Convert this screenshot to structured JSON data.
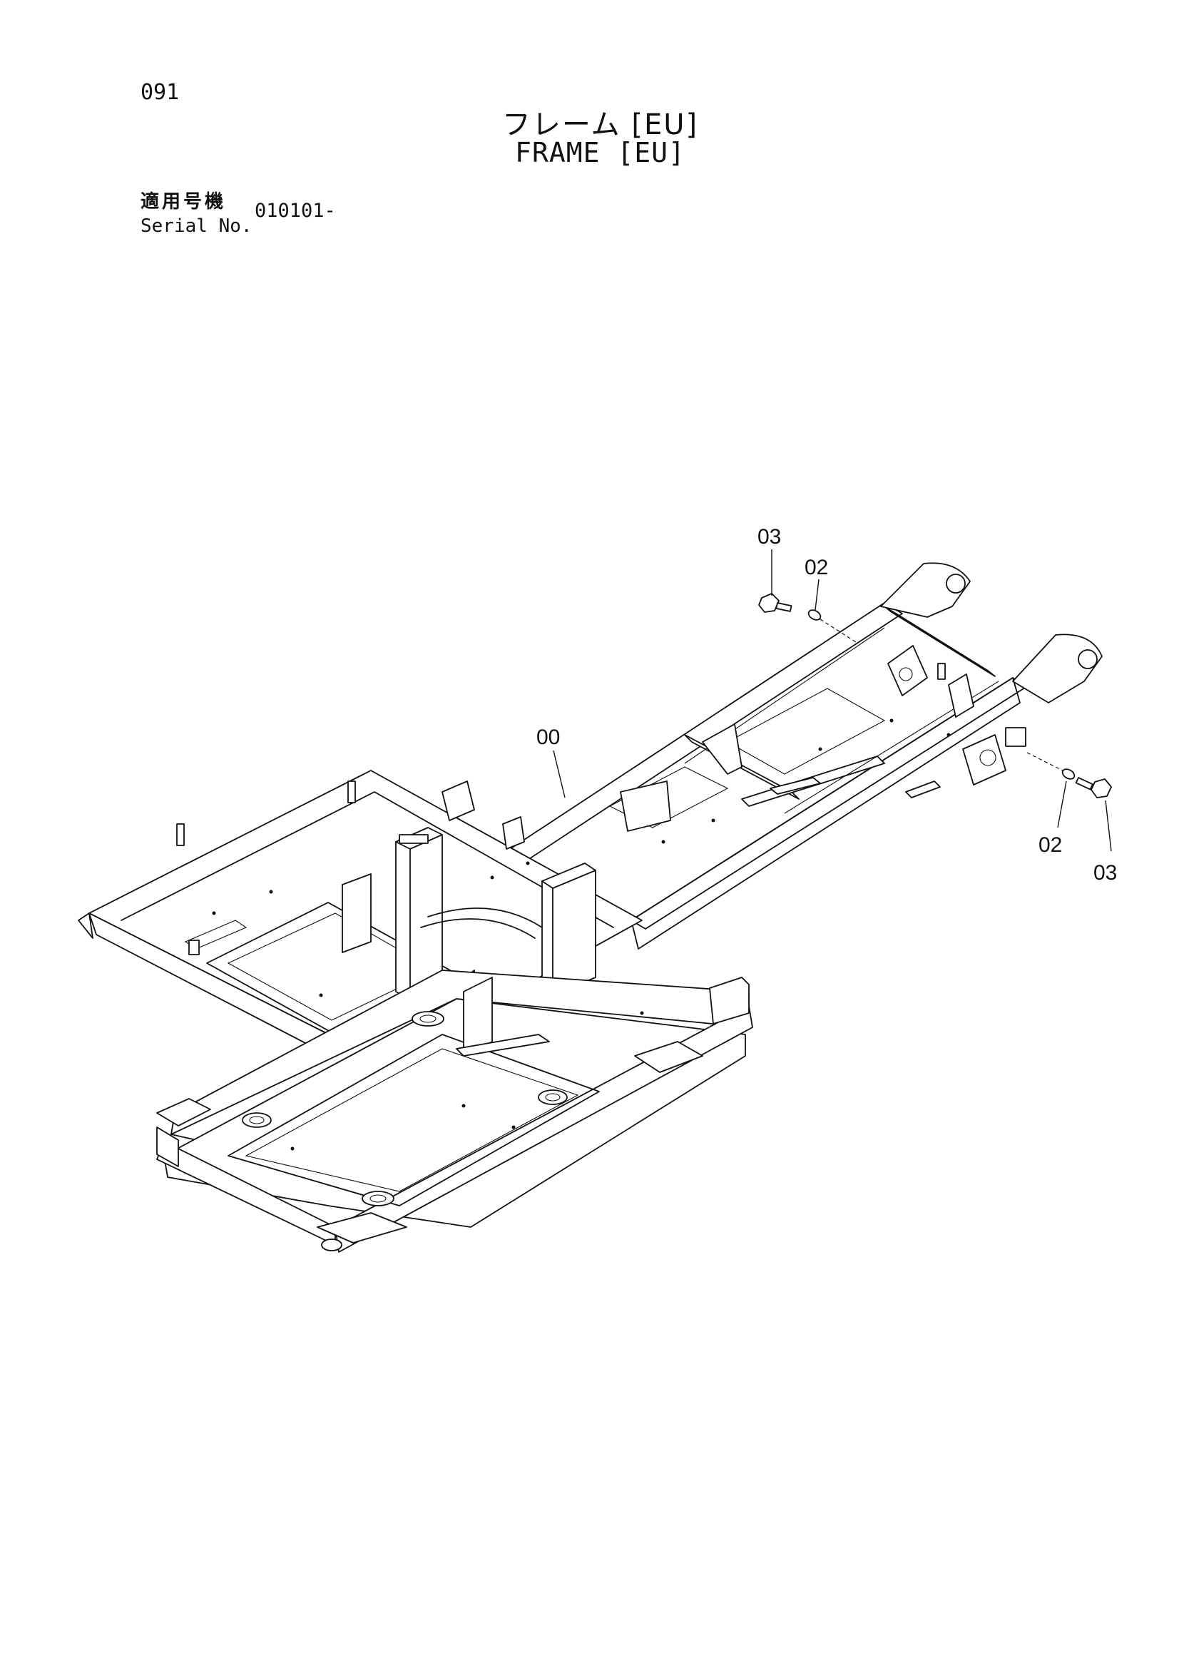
{
  "header": {
    "page_number": "091",
    "title_ja": "フレーム [EU]",
    "title_en": "FRAME [EU]",
    "serial_label_ja": "適用号機",
    "serial_label_en": "Serial No.",
    "serial_value": "010101-"
  },
  "callouts": {
    "top_bolt": "03",
    "top_pin": "02",
    "frame": "00",
    "right_pin": "02",
    "right_bolt": "03"
  }
}
